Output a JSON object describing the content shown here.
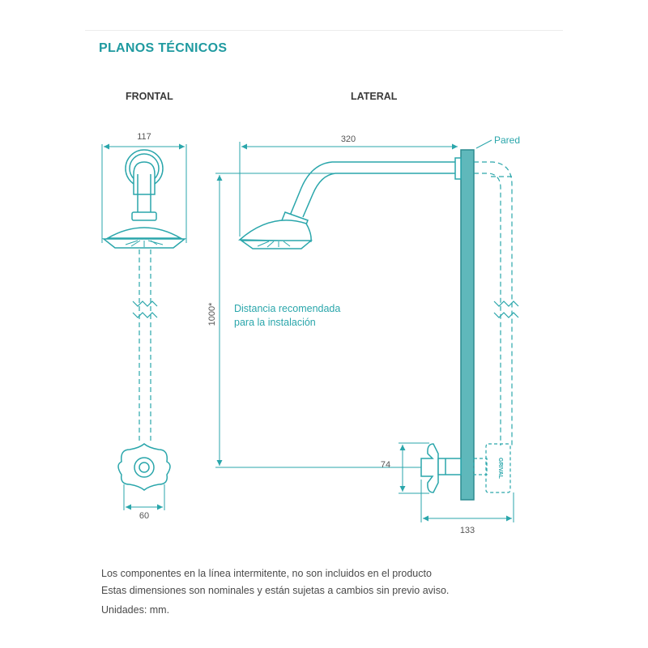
{
  "title": "PLANOS TÉCNICOS",
  "views": {
    "front": "FRONTAL",
    "side": "LATERAL"
  },
  "dimensions": {
    "front_width": "117",
    "arm_length": "320",
    "height": "1000*",
    "valve_offset": "74",
    "valve_width": "60",
    "wall_depth": "133"
  },
  "labels": {
    "wall": "Pared",
    "recommended_line1": "Distancia recomendada",
    "recommended_line2": "para la instalación",
    "brand": "GRIVAL"
  },
  "notes": [
    "Los componentes en la línea intermitente, no son incluidos en el producto",
    "Estas dimensiones son nominales y están sujetas a cambios sin previo aviso.",
    "Unidades: mm."
  ],
  "colors": {
    "accent": "#1f9aa0",
    "line": "#2aa6ab",
    "wall_fill": "#5fb8bb",
    "text": "#4a4a4a"
  }
}
